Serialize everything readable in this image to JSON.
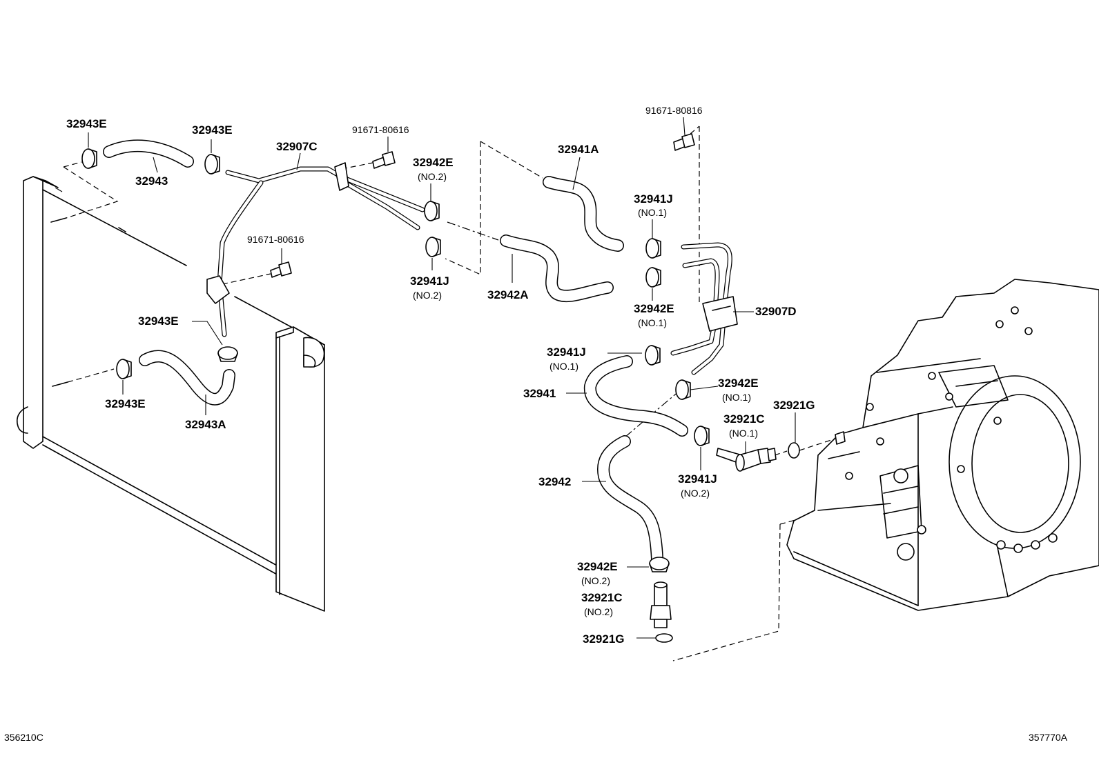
{
  "labels": {
    "p32943E_a": "32943E",
    "p32943E_b": "32943E",
    "p32943": "32943",
    "p32907C": "32907C",
    "bolt_top": "91671-80616",
    "bolt_mid": "91671-80616",
    "bolt_right": "91671-80816",
    "p32942E_no2_top": "32942E",
    "p32942E_no2_top_sub": "(NO.2)",
    "p32941J_no2_left": "32941J",
    "p32941J_no2_left_sub": "(NO.2)",
    "p32941A": "32941A",
    "p32942A": "32942A",
    "p32941J_no1_top": "32941J",
    "p32941J_no1_top_sub": "(NO.1)",
    "p32942E_no1_mid": "32942E",
    "p32942E_no1_mid_sub": "(NO.1)",
    "p32907D": "32907D",
    "p32943E_c": "32943E",
    "p32943E_d": "32943E",
    "p32943A": "32943A",
    "p32941J_no1_left": "32941J",
    "p32941J_no1_left_sub": "(NO.1)",
    "p32941": "32941",
    "p32942E_no1_right": "32942E",
    "p32942E_no1_right_sub": "(NO.1)",
    "p32921G_right": "32921G",
    "p32921C_no1": "32921C",
    "p32921C_no1_sub": "(NO.1)",
    "p32942": "32942",
    "p32941J_no2_right": "32941J",
    "p32941J_no2_right_sub": "(NO.2)",
    "p32942E_no2_bottom": "32942E",
    "p32942E_no2_bottom_sub": "(NO.2)",
    "p32921C_no2": "32921C",
    "p32921C_no2_sub": "(NO.2)",
    "p32921G_bottom": "32921G"
  },
  "codes": {
    "left": "356210C",
    "right": "357770A"
  }
}
